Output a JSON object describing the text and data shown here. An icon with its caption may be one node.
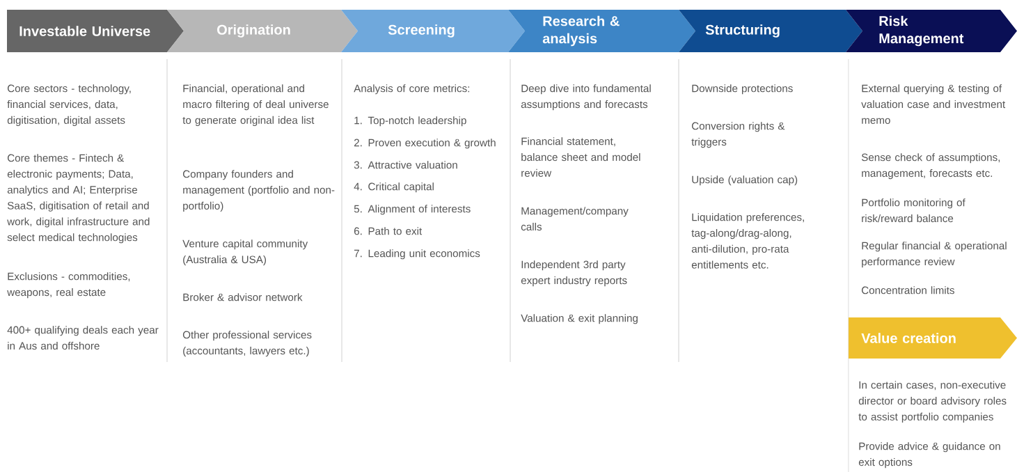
{
  "diagram": {
    "nodes": [
      {
        "text": [
          "Investable Universe"
        ],
        "beside": [
          "Core sectors - technology, financial services, data, digitisation, digital assets",
          "Core themes - Fintech & electronic payments; Data, analytics and AI; Enterprise SaaS, digitisation of retail and work, digital infrastructure and select medical technologies",
          "Exclusions - commodities, weapons, real estate",
          "400+ qualifying deals each year in Aus and offshore"
        ]
      },
      {
        "text": [
          "Origination"
        ],
        "beside": [
          "Financial, operational and macro filtering of deal universe to generate original idea list",
          "Company founders and management (portfolio and non-portfolio)",
          "Venture capital community (Australia & USA)",
          "Broker & advisor network",
          "Other professional services (accountants, lawyers etc.)"
        ]
      },
      {
        "text": [
          "Screening"
        ],
        "beside": [
          "Analysis of core metrics:",
          "1. Top-notch leadership",
          "2. Proven execution & growth",
          "3. Attractive valuation",
          "4. Critical capital",
          "5. Alignment of interests",
          "6. Path to exit",
          "7. Leading unit economics"
        ]
      },
      {
        "text": [
          "Research & analysis"
        ],
        "beside": [
          "Deep dive into fundamental assumptions and forecasts",
          "Financial statement, balance sheet and model review",
          "Management/company calls",
          "Independent 3rd party expert industry reports",
          "Valuation & exit planning"
        ]
      },
      {
        "text": [
          "Structuring"
        ],
        "beside": [
          "Downside protections",
          "Conversion rights & triggers",
          "Upside (valuation cap)",
          "Liquidation preferences, tag-along/drag-along, anti-dilution, pro-rata entitlements etc."
        ]
      },
      {
        "text": [
          "Risk Management"
        ],
        "beside": [
          "External querying & testing of valuation case and investment memo",
          "Sense check of assumptions, management, forecasts etc.",
          "Portfolio monitoring of risk/reward balance",
          "Regular financial & operational performance review",
          "Concentration limits"
        ]
      },
      {
        "text": [
          "Value creation"
        ],
        "beside": [
          "In certain cases, non-executive director or board advisory roles to assist portfolio companies",
          "Provide advice & guidance on exit options"
        ]
      }
    ]
  }
}
